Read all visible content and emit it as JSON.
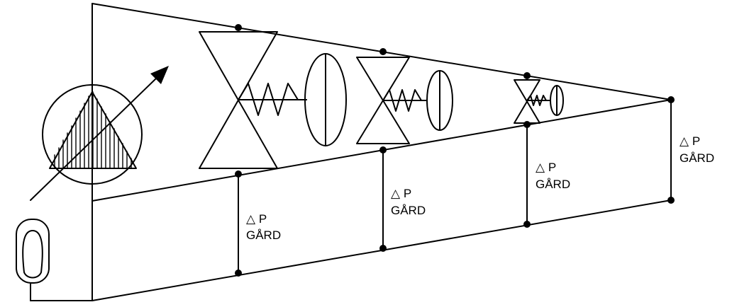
{
  "labels": {
    "delta_symbol": "△",
    "p": "P",
    "gard": "GÅRD"
  },
  "colors": {
    "stroke": "#000000",
    "background": "#ffffff"
  },
  "icons": [
    "pump-symbol",
    "expansion-vessel",
    "differential-pressure-valve"
  ]
}
